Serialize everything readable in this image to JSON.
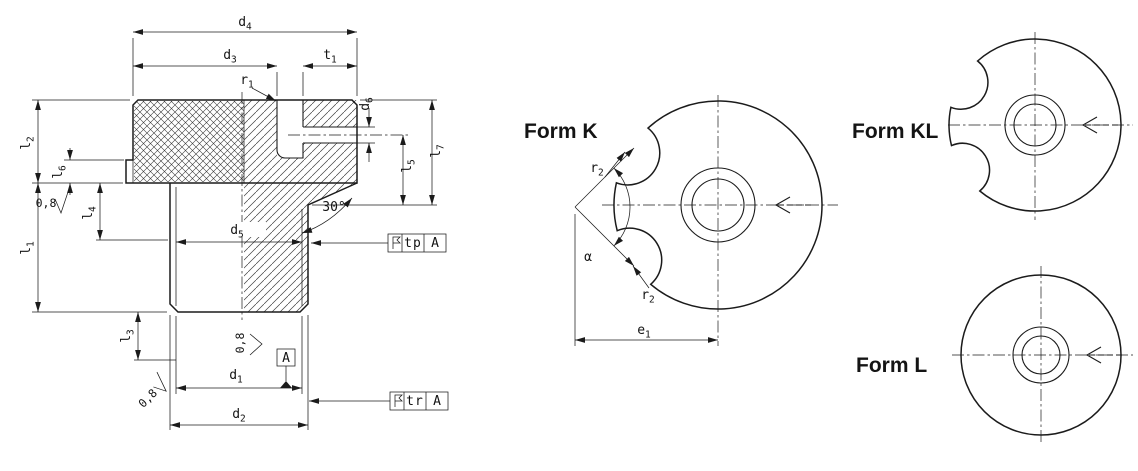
{
  "meta": {
    "background": "#ffffff",
    "line_color": "#1b1b1b"
  },
  "icons": {
    "note_flag": "⚑",
    "view_direction_arrow": "‹",
    "surface_finish_check": "✓",
    "datum_triangle": "▲"
  },
  "section_view": {
    "dim_labels": {
      "d1": {
        "main": "d",
        "sub": "1"
      },
      "d2": {
        "main": "d",
        "sub": "2"
      },
      "d3": {
        "main": "d",
        "sub": "3"
      },
      "d4": {
        "main": "d",
        "sub": "4"
      },
      "d5": {
        "main": "d",
        "sub": "5"
      },
      "d6": {
        "main": "d",
        "sub": "6"
      },
      "t1": {
        "main": "t",
        "sub": "1"
      },
      "r1": {
        "main": "r",
        "sub": "1"
      },
      "l1": {
        "main": "l",
        "sub": "1"
      },
      "l2": {
        "main": "l",
        "sub": "2"
      },
      "l3": {
        "main": "l",
        "sub": "3"
      },
      "l4": {
        "main": "l",
        "sub": "4"
      },
      "l5": {
        "main": "l",
        "sub": "5"
      },
      "l6": {
        "main": "l",
        "sub": "6"
      },
      "l7": {
        "main": "l",
        "sub": "7"
      }
    },
    "angle_label": "30°",
    "surface_roughness": "0,8",
    "datum_label": "A",
    "callout_tp": {
      "text": "tp",
      "datum": "A"
    },
    "callout_tr": {
      "text": "tr",
      "datum": "A"
    }
  },
  "form_k": {
    "title": "Form K",
    "dim_labels": {
      "r2": {
        "main": "r",
        "sub": "2"
      },
      "e1": {
        "main": "e",
        "sub": "1"
      },
      "alpha": "α"
    }
  },
  "form_kl": {
    "title": "Form KL"
  },
  "form_l": {
    "title": "Form L"
  }
}
